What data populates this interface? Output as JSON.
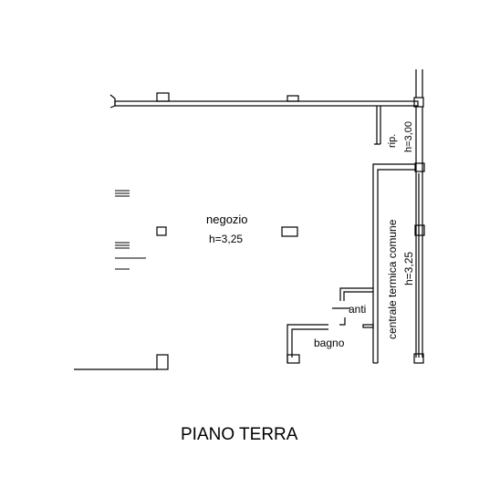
{
  "plan": {
    "title": "PIANO TERRA",
    "rooms": {
      "negozio": {
        "name": "negozio",
        "height": "h=3,25"
      },
      "ripostiglio": {
        "name": "rip.",
        "height": "h=3,00"
      },
      "centrale_termica": {
        "name": "centrale termica comune",
        "height": "h=3,25"
      },
      "antibagno": {
        "name": "anti"
      },
      "bagno": {
        "name": "bagno"
      }
    }
  }
}
